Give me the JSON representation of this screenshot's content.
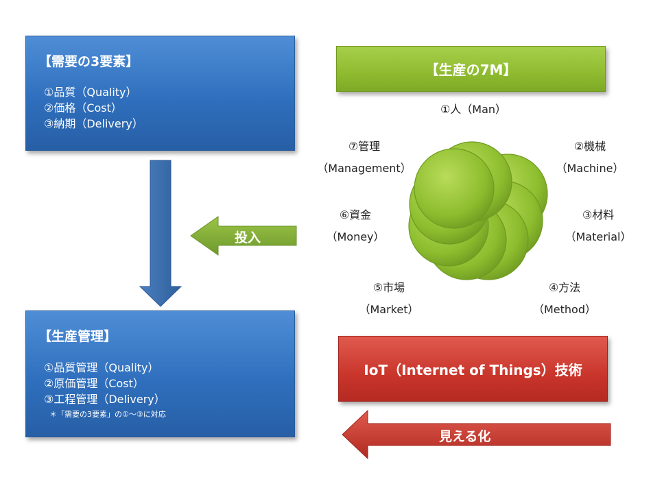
{
  "demand": {
    "title": "【需要の3要素】",
    "items": [
      "①品質（Quality）",
      "②価格（Cost）",
      "③納期（Delivery）"
    ]
  },
  "production_mgmt": {
    "title": "【生産管理】",
    "items": [
      "①品質管理（Quality）",
      "②原価管理（Cost）",
      "③工程管理（Delivery）"
    ],
    "note": "＊「需要の3要素」の①～③に対応"
  },
  "seven_m": {
    "title": "【生産の7M】",
    "items": [
      {
        "jp": "①人（Man）",
        "en": ""
      },
      {
        "jp": "②機械",
        "en": "（Machine）"
      },
      {
        "jp": "③材料",
        "en": "（Material）"
      },
      {
        "jp": "④方法",
        "en": "（Method）"
      },
      {
        "jp": "⑤市場",
        "en": "（Market）"
      },
      {
        "jp": "⑥資金",
        "en": "（Money）"
      },
      {
        "jp": "⑦管理",
        "en": "（Management）"
      }
    ]
  },
  "input_arrow": {
    "label": "投入"
  },
  "iot": {
    "label": "IoT（Internet of Things）技術"
  },
  "visualize_arrow": {
    "label": "見える化"
  },
  "colors": {
    "blue": "#2f6fbd",
    "green": "#8fbb30",
    "red": "#c9352b",
    "arrow_blue": "#3e6fae",
    "arrow_green": "#7fa837",
    "arrow_red": "#c9352b"
  }
}
